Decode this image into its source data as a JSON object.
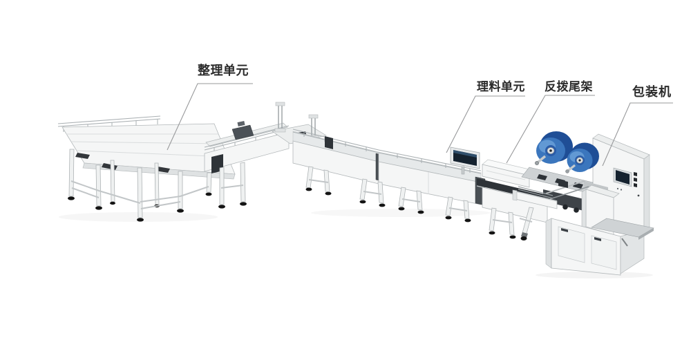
{
  "scene": {
    "background": "#ffffff",
    "labels": {
      "arranging_unit": "整理单元",
      "material_unit": "理料单元",
      "reverse_tail": "反拨尾架",
      "packing_machine": "包装机"
    },
    "colors": {
      "page_bg": "#ffffff",
      "label_text": "#2b2b2b",
      "leader_line": "#97989a",
      "machine_body": "#f5f6f6",
      "machine_panel": "#eceeee",
      "machine_shade": "#dfe2e3",
      "machine_outline": "#b2b7b9",
      "steel": "#c6cacc",
      "dark_detail": "#2e3338",
      "foot_black": "#141414",
      "film_roll_rim": "#1f4e96",
      "film_roll_face": "#3b76bd",
      "film_roll_highlight": "#6da3d9",
      "screen_navy": "#15222f"
    }
  }
}
